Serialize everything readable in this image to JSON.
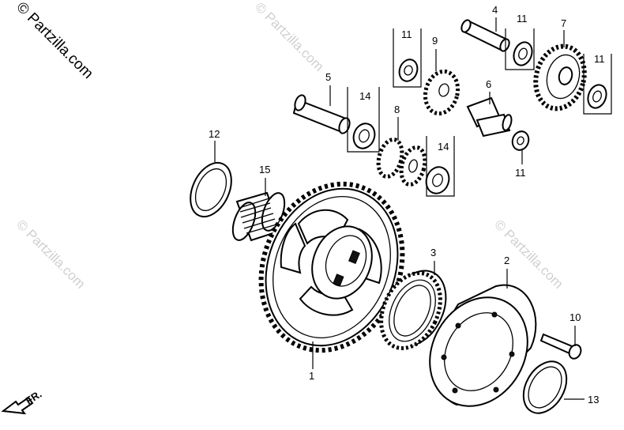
{
  "watermark": {
    "primary": "© Partzilla.com",
    "secondary": "© Partzilla.com"
  },
  "direction_marker": "FR.",
  "callouts": {
    "c1": "1",
    "c2": "2",
    "c3": "3",
    "c4": "4",
    "c5": "5",
    "c6": "6",
    "c7": "7",
    "c8": "8",
    "c9": "9",
    "c10": "10",
    "c11a": "11",
    "c11b": "11",
    "c11c": "11",
    "c11d": "11",
    "c12": "12",
    "c13": "13",
    "c14a": "14",
    "c14b": "14",
    "c15": "15"
  }
}
